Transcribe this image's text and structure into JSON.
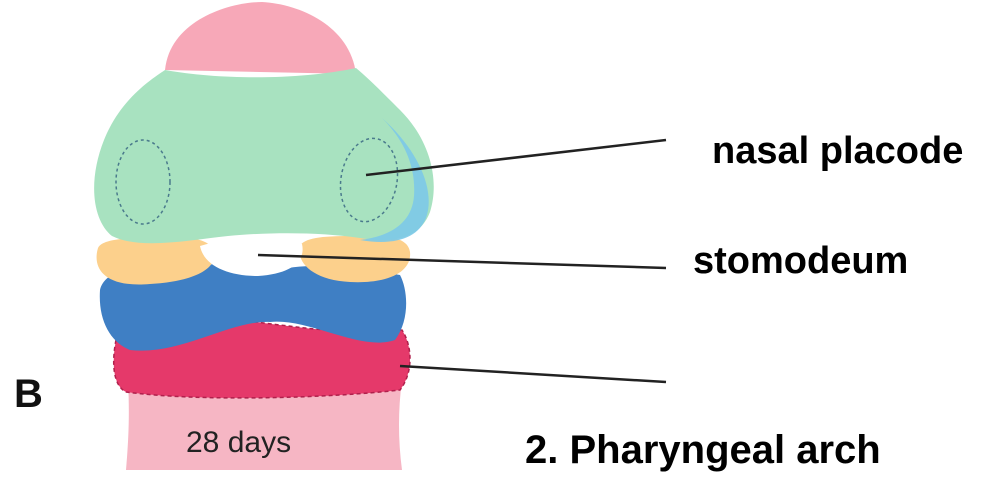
{
  "figure": {
    "panel_letter": "B",
    "caption": "28 days"
  },
  "labels": {
    "nasal_placode": "nasal placode",
    "stomodeum": "stomodeum",
    "pharyngeal_arch": "2. Pharyngeal arch"
  },
  "colors": {
    "head_top": "#f7a8b8",
    "frontonasal": "#a8e2c0",
    "frontonasal_edge": "#7cc9e8",
    "maxillary": "#fcd08c",
    "mandibular": "#3f7fc4",
    "second_arch": "#e5396a",
    "neck": "#f6b6c4",
    "stomodeum": "#ffffff"
  }
}
